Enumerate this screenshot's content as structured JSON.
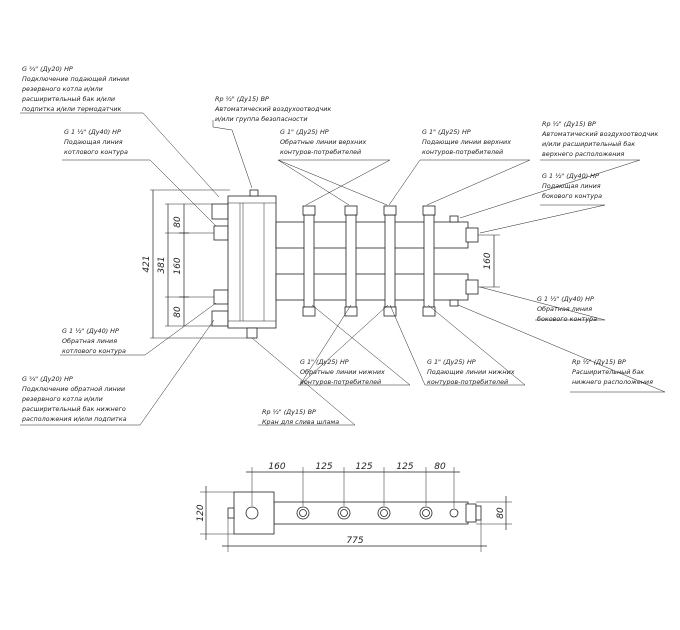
{
  "callouts": {
    "tl1": [
      "G ¾\" (Ду20) НР",
      "Подключение подающей линии",
      "резервного котла и/или",
      "расширительный бак и/или",
      "подпитка и/или термодатчик"
    ],
    "top_air": [
      "Rp ½\" (Ду15) ВР",
      "Автоматический воздухоотводчик",
      "и/или группа безопасности"
    ],
    "tl2": [
      "G 1 ½\" (Ду40) НР",
      "Подающая линия",
      "котлового контура"
    ],
    "ret_upper": [
      "G 1\" (Ду25) НР",
      "Обратные линии верхних",
      "контуров-потребителей"
    ],
    "sup_upper": [
      "G 1\" (Ду25) НР",
      "Подающие линии верхних",
      "контуров-потребителей"
    ],
    "tr_air": [
      "Rp ½\" (Ду15) ВР",
      "Автоматический воздухоотводчик",
      "и/или расширительный бак",
      "верхнего расположения"
    ],
    "tr_sup": [
      "G 1 ½\" (Ду40) НР",
      "Подающая линия",
      "бокового контура"
    ],
    "r_ret": [
      "G 1 ½\" (Ду40) НР",
      "Обратная линия",
      "бокового контура"
    ],
    "l_ret": [
      "G 1 ½\" (Ду40) НР",
      "Обратная линия",
      "котлового контура"
    ],
    "bl_res": [
      "G ¾\" (Ду20) НР",
      "Подключение обратной линии",
      "резервного котла и/или",
      "расширительный бак нижнего",
      "расположения и/или подпитка"
    ],
    "ret_lower": [
      "G 1\" (Ду25) НР",
      "Обратные линии нижних",
      "контуров-потребителей"
    ],
    "sup_lower": [
      "G 1\" (Ду25) НР",
      "Подающие линии нижних",
      "контуров-потребителей"
    ],
    "br_exp": [
      "Rp ½\" (Ду15) ВР",
      "Расширительный бак",
      "нижнего расположения"
    ],
    "drain": [
      "Rp ½\" (Ду15) ВР",
      "Кран для слива шлама"
    ]
  },
  "dims": {
    "v80a": "80",
    "v160": "160",
    "v80b": "80",
    "v381": "381",
    "v421": "421",
    "v160r": "160",
    "h160": "160",
    "h125a": "125",
    "h125b": "125",
    "h125c": "125",
    "h80": "80",
    "h775": "775",
    "v120": "120",
    "v80c": "80"
  }
}
